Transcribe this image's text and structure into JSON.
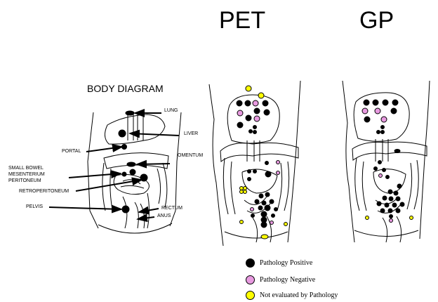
{
  "titles": {
    "pet": "PET",
    "gp": "GP",
    "body": "BODY DIAGRAM"
  },
  "labels": {
    "lung": "LUNG",
    "liver": "LIVER",
    "portal": "PORTAL",
    "omentum": "OMENTUM",
    "small_bowel": "SMALL BOWEL",
    "mesenterium": "MESENTERIUM",
    "peritoneum": "PERITONEUM",
    "retroperitoneum": "RETROPERITONEUM",
    "pelvis": "PELVIS",
    "rectum": "RECTUM",
    "anus": "ANUS"
  },
  "legend": [
    {
      "label": "Pathology Positive",
      "color": "#000000"
    },
    {
      "label": "Pathology Negative",
      "color": "#e89ae0"
    },
    {
      "label": "Not evaluated by Pathology",
      "color": "#ffff00"
    }
  ]
}
